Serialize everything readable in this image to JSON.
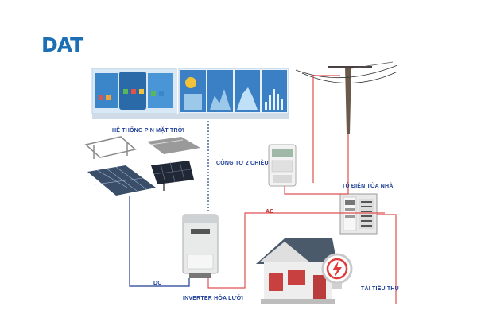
{
  "brand": {
    "logo_text": "DAT",
    "color": "#1c6fb5"
  },
  "colors": {
    "dc_line": "#1e3f96",
    "ac_line": "#e05050",
    "label_blue": "#1e3f96",
    "label_red": "#c0282a"
  },
  "labels": {
    "solar_system": "HỆ THỐNG PIN MẶT TRỜI",
    "bidirectional_meter": "CÔNG TƠ 2 CHIỀU",
    "building_panel": "TỦ ĐIỆN TÒA NHÀ",
    "ac": "AC",
    "dc": "DC",
    "inverter": "INVERTER HÒA LƯỚI",
    "load": "TẢI TIÊU THỤ"
  },
  "icons": [
    "monitoring-app-screens",
    "solar-panel-array",
    "grid-tie-inverter",
    "bidirectional-meter",
    "utility-pole",
    "distribution-panel",
    "house",
    "lightning-load-icon"
  ]
}
